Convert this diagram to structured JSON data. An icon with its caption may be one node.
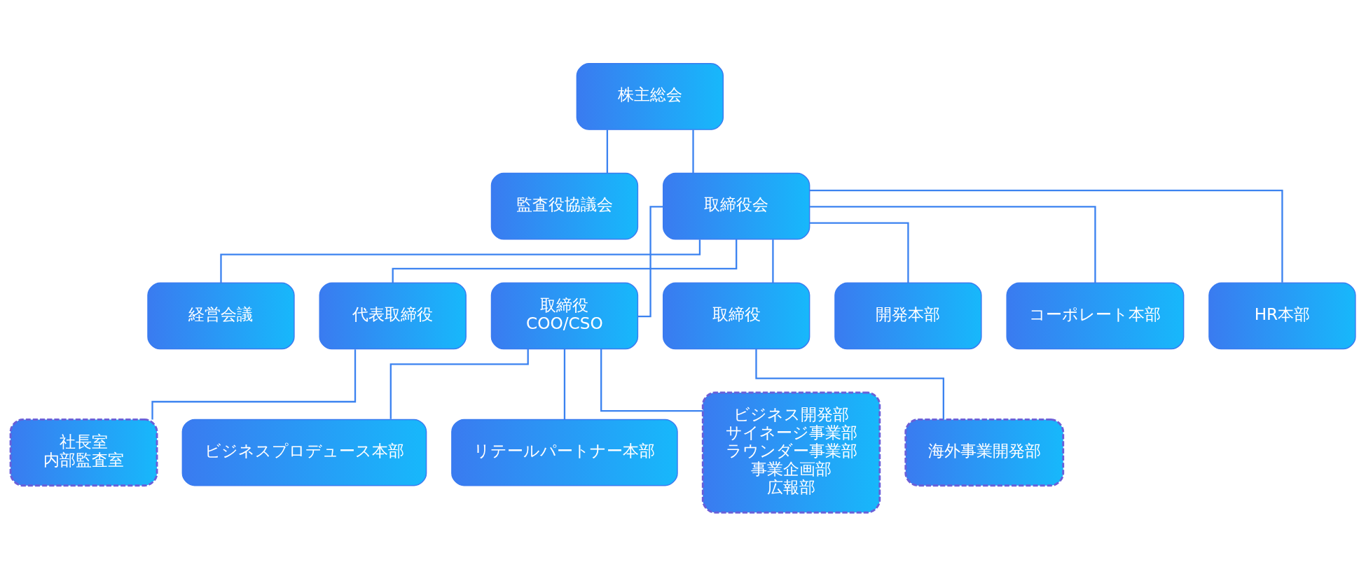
{
  "diagram": {
    "nodes": [
      {
        "text": [
          "株主総会"
        ]
      },
      {
        "text": [
          "監査役協議会"
        ]
      },
      {
        "text": [
          "取締役会"
        ]
      },
      {
        "text": [
          "経営会議"
        ]
      },
      {
        "text": [
          "代表取締役"
        ]
      },
      {
        "text": [
          "取締役",
          "COO/CSO"
        ]
      },
      {
        "text": [
          "取締役"
        ]
      },
      {
        "text": [
          "社長室",
          "内部監査室"
        ]
      },
      {
        "text": [
          "ビジネスプロデュース本部"
        ]
      },
      {
        "text": [
          "リテールパートナー本部"
        ]
      },
      {
        "text": [
          "ビジネス開発部",
          "サイネージ事業部",
          "ラウンダー事業部",
          "事業企画部",
          "広報部"
        ]
      },
      {
        "text": [
          "海外事業開発部"
        ]
      },
      {
        "text": [
          "開発本部"
        ]
      },
      {
        "text": [
          "コーポレート本部"
        ]
      },
      {
        "text": [
          "HR本部"
        ]
      }
    ],
    "edges": [
      {
        "from": 0,
        "to": 2,
        "arrow": "none"
      },
      {
        "from": 0,
        "to": 1,
        "arrow": "none"
      },
      {
        "from": 2,
        "to": 3,
        "arrow": "none"
      },
      {
        "from": 2,
        "to": 4,
        "arrow": "none"
      },
      {
        "from": 2,
        "to": 5,
        "arrow": "none"
      },
      {
        "from": 2,
        "to": 6,
        "arrow": "none"
      },
      {
        "from": 2,
        "to": 12,
        "arrow": "none"
      },
      {
        "from": 2,
        "to": 13,
        "arrow": "none"
      },
      {
        "from": 2,
        "to": 14,
        "arrow": "none"
      },
      {
        "from": 4,
        "to": 7,
        "arrow": "none"
      },
      {
        "from": 5,
        "to": 8,
        "arrow": "none"
      },
      {
        "from": 5,
        "to": 9,
        "arrow": "none"
      },
      {
        "from": 5,
        "to": 10,
        "arrow": "none"
      },
      {
        "from": 6,
        "to": 11,
        "arrow": "none"
      }
    ]
  }
}
